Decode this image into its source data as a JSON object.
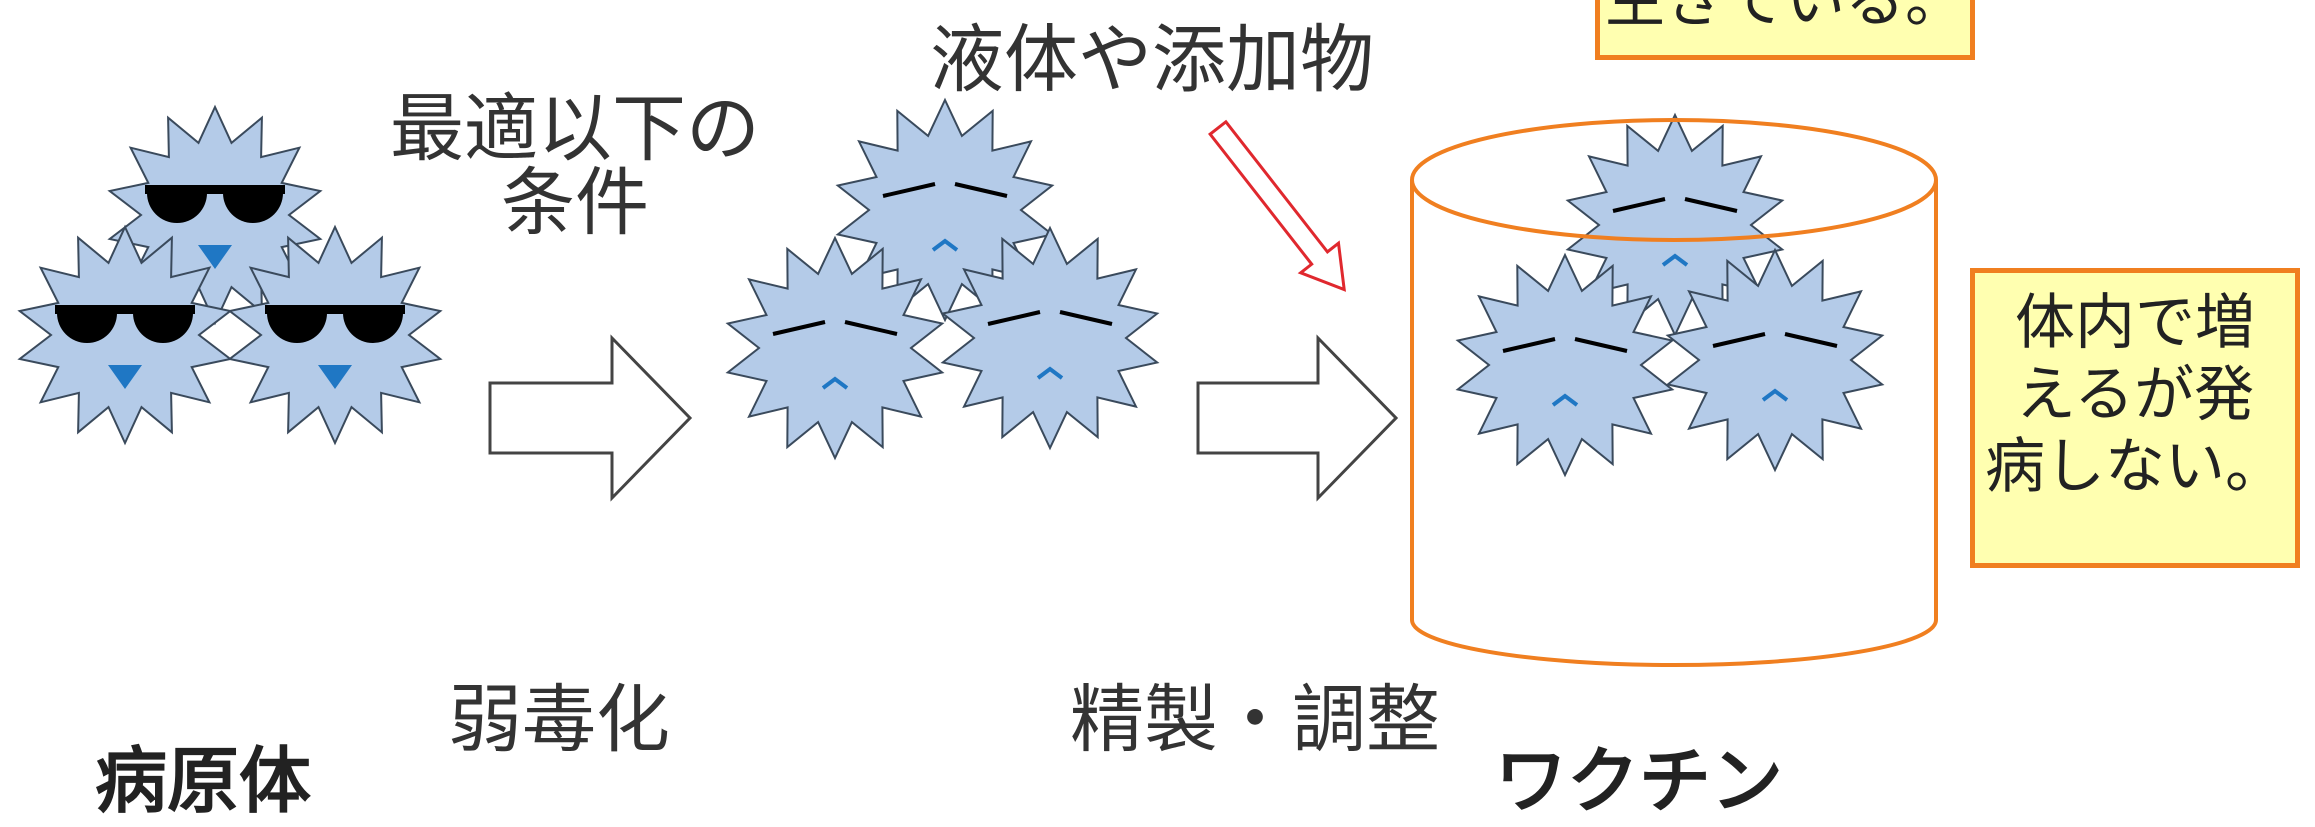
{
  "labels": {
    "pathogen": "病原体",
    "suboptimal_conditions": "最適以下の\n条件",
    "attenuation": "弱毒化",
    "liquid_additives": "液体や添加物",
    "purification": "精製・調整",
    "vaccine": "ワクチン"
  },
  "notes": {
    "top_partial": "生きている。",
    "right": "体内で増\nえるが発\n病しない。"
  },
  "colors": {
    "virus_fill": "#b4cbe8",
    "virus_stroke": "#3a4a5c",
    "accent_blue": "#1f77c4",
    "orange": "#f07f20",
    "note_fill": "#ffffb0",
    "red_arrow": "#e0282e"
  },
  "icons": {
    "pathogen_virus": "sunglasses-virus-icon",
    "weak_virus": "sad-virus-icon",
    "process_arrow": "right-arrow-icon",
    "container": "cylinder-icon"
  }
}
